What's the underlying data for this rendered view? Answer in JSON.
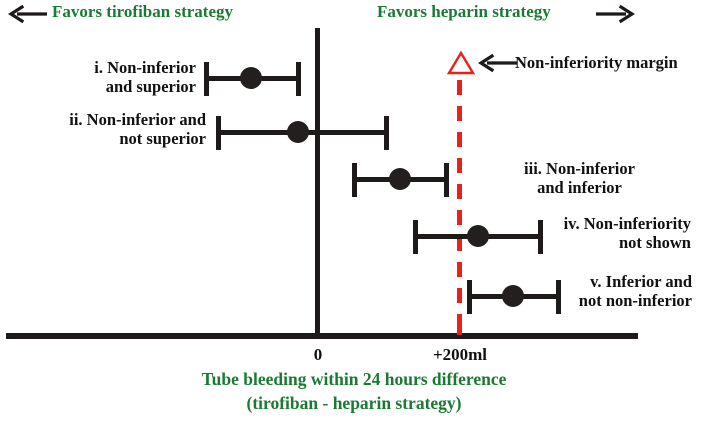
{
  "header": {
    "left_label": "Favors tirofiban strategy",
    "right_label": "Favors heparin strategy",
    "left_arrow_icon": "arrow-left-icon",
    "right_arrow_icon": "arrow-right-icon"
  },
  "annotation": {
    "margin_marker_icon": "open-triangle-marker",
    "margin_callout_arrow_icon": "arrow-left-icon",
    "margin_callout_label": "Non-inferiority margin"
  },
  "axis": {
    "ticks": [
      {
        "label": "0",
        "value": 0
      },
      {
        "label": "+200ml",
        "value": 200
      }
    ],
    "caption_line1": "Tube bleeding within 24 hours difference",
    "caption_line2": "(tirofiban - heparin strategy)"
  },
  "colors": {
    "green": "#1a7a34",
    "red": "#e8211d",
    "black": "#1d1a19"
  },
  "rows": [
    {
      "label": "i. Non-inferior\nand superior",
      "label_side": "left",
      "estimate": -95,
      "low": -160,
      "high": -30
    },
    {
      "label": "ii. Non-inferior and\nnot superior",
      "label_side": "left",
      "estimate": -28,
      "low": -143,
      "high": 95
    },
    {
      "label": "iii. Non-inferior\nand inferior",
      "label_side": "right",
      "estimate": 115,
      "low": 49,
      "high": 180
    },
    {
      "label": "iv. Non-inferiority\nnot shown",
      "label_side": "right",
      "estimate": 224,
      "low": 134,
      "high": 311
    },
    {
      "label": "v. Inferior and\nnot non-inferior",
      "label_side": "right",
      "estimate": 273,
      "low": 210,
      "high": 337
    }
  ],
  "chart_data": {
    "type": "forest",
    "title": "",
    "xlabel": "Tube bleeding within 24 hours difference (tirofiban - heparin strategy)",
    "ylabel": "",
    "xlim": [
      -440,
      450
    ],
    "grid": false,
    "reference_line": 0,
    "non_inferiority_margin": 200,
    "x_tick_values": [
      0,
      200
    ],
    "x_tick_labels": [
      "0",
      "+200ml"
    ],
    "categories": [
      "i. Non-inferior and superior",
      "ii. Non-inferior and not superior",
      "iii. Non-inferior and inferior",
      "iv. Non-inferiority not shown",
      "v. Inferior and not non-inferior"
    ],
    "estimates": [
      -95,
      -28,
      115,
      224,
      273
    ],
    "ci_low": [
      -160,
      -143,
      49,
      134,
      210
    ],
    "ci_high": [
      -30,
      95,
      180,
      311,
      337
    ],
    "annotations": [
      "Favors tirofiban strategy",
      "Favors heparin strategy",
      "Non-inferiority margin"
    ]
  }
}
